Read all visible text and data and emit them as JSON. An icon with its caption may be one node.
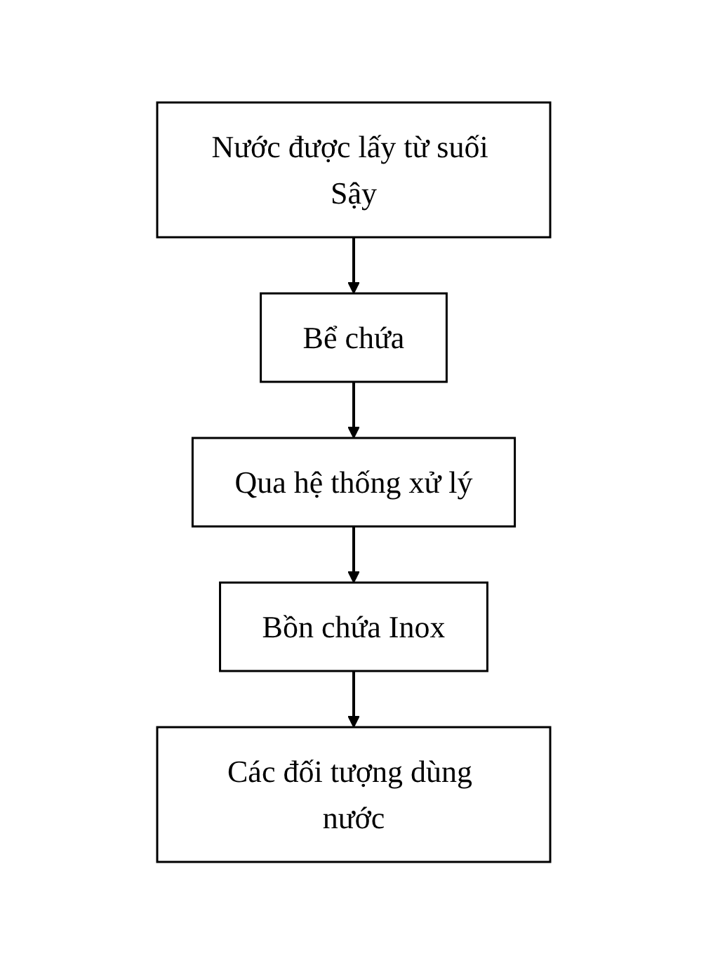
{
  "diagram": {
    "nodes": [
      {
        "text": [
          "Nước được lấy từ suối Sậy"
        ]
      },
      {
        "text": [
          "Bể chứa"
        ]
      },
      {
        "text": [
          "Qua hệ thống xử lý"
        ]
      },
      {
        "text": [
          "Bồn chứa Inox"
        ]
      },
      {
        "text": [
          "Các đối tượng dùng nước"
        ]
      }
    ],
    "edges": [
      {
        "from": 0,
        "to": 1,
        "arrow": "to"
      },
      {
        "from": 1,
        "to": 2,
        "arrow": "to"
      },
      {
        "from": 2,
        "to": 3,
        "arrow": "to"
      },
      {
        "from": 3,
        "to": 4,
        "arrow": "to"
      }
    ]
  }
}
